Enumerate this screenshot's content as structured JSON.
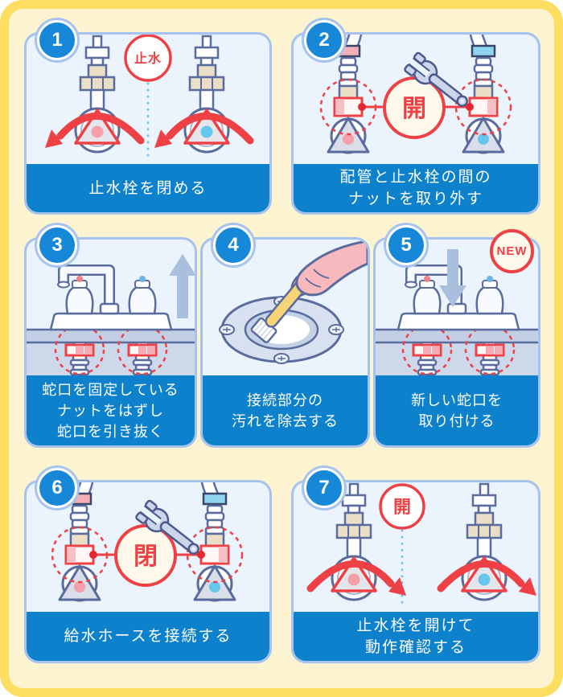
{
  "colors": {
    "frame_yellow": "#FDDE63",
    "background_cream": "#FCF4D1",
    "panel_background": "#EBF3FC",
    "panel_border": "#A5C3EE",
    "caption_bar_blue": "#0E81CD",
    "badge_blue": "#1787D8",
    "accent_red": "#EE4145",
    "outline_navy": "#5A6B9E"
  },
  "panels": [
    {
      "number": "1",
      "caption": "止水栓を閉める",
      "label": "止水"
    },
    {
      "number": "2",
      "caption": "配管と止水栓の間の\nナットを取り外す",
      "label": "開"
    },
    {
      "number": "3",
      "caption": "蛇口を固定している\nナットをはずし\n蛇口を引き抜く"
    },
    {
      "number": "4",
      "caption": "接続部分の\n汚れを除去する"
    },
    {
      "number": "5",
      "caption": "新しい蛇口を\n取り付ける",
      "label": "NEW"
    },
    {
      "number": "6",
      "caption": "給水ホースを接続する",
      "label": "閉"
    },
    {
      "number": "7",
      "caption": "止水栓を開けて\n動作確認する",
      "label": "開"
    }
  ]
}
